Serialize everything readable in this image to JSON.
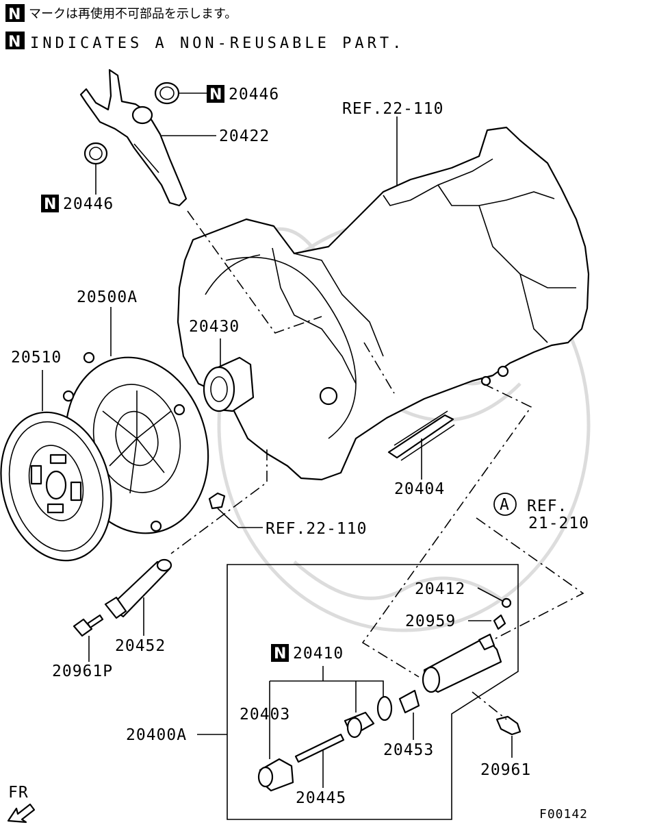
{
  "notes": {
    "jp_text": "マークは再使用不可部品を示します。",
    "en_text": "INDICATES A NON-REUSABLE PART.",
    "badge": "N"
  },
  "callouts": {
    "p20446_top": "20446",
    "p20422": "20422",
    "p20446_left": "20446",
    "ref_22_110_top": "REF.22-110",
    "p20500A": "20500A",
    "p20510": "20510",
    "p20430": "20430",
    "p20404": "20404",
    "ref_a_circle": "A",
    "ref_21_210_line1": "REF.",
    "ref_21_210_line2": "21-210",
    "ref_22_110_mid": "REF.22-110",
    "p20412": "20412",
    "p20959": "20959",
    "p20452": "20452",
    "p20961P": "20961P",
    "p20410": "20410",
    "p20403": "20403",
    "p20400A": "20400A",
    "p20453": "20453",
    "p20445": "20445",
    "p20961": "20961"
  },
  "direction": {
    "label": "FR"
  },
  "figure_code": "F00142"
}
